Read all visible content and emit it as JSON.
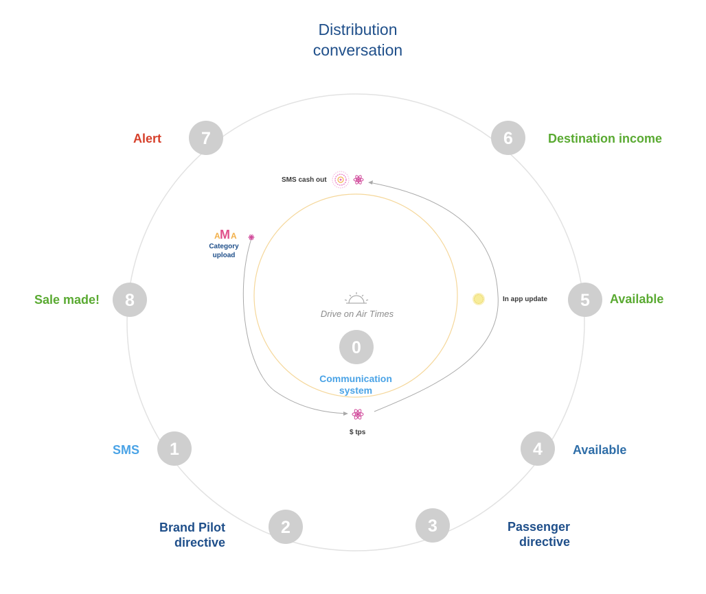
{
  "title": [
    "Distribution",
    "conversation"
  ],
  "center": {
    "number": "0",
    "brand": "Drive on Air Times",
    "label": [
      "Communication",
      "system"
    ]
  },
  "nodes": [
    {
      "number": "1",
      "label": [
        "SMS"
      ]
    },
    {
      "number": "2",
      "label": [
        "Brand Pilot",
        "directive"
      ]
    },
    {
      "number": "3",
      "label": [
        "Passenger",
        "directive"
      ]
    },
    {
      "number": "4",
      "label": [
        "Available"
      ]
    },
    {
      "number": "5",
      "label": [
        "Available"
      ]
    },
    {
      "number": "6",
      "label": [
        "Destination income"
      ]
    },
    {
      "number": "7",
      "label": [
        "Alert"
      ]
    },
    {
      "number": "8",
      "label": [
        "Sale made!"
      ]
    }
  ],
  "annotations": {
    "sms_cash_out": "SMS cash out",
    "category_upload": [
      "Category",
      "upload"
    ],
    "in_app_update": "In app update",
    "tps": "$ tps"
  },
  "colors": {
    "outer_ring": "#e2e2e2",
    "inner_ring": "#f5d79a",
    "node_fill": "#cfcfcf",
    "flow_line": "#a9a9a9",
    "red": "#d6402b",
    "green": "#5aaa32",
    "light_blue": "#4aa3e6",
    "dark_blue": "#1f4f8a",
    "mid_blue": "#2f6ea8",
    "accent_pink": "#d0489a",
    "accent_yellow": "#f3e27a"
  },
  "icons": [
    "sunrise-icon",
    "atom-icon",
    "starburst-icon",
    "sun-icon",
    "ama-logo"
  ]
}
